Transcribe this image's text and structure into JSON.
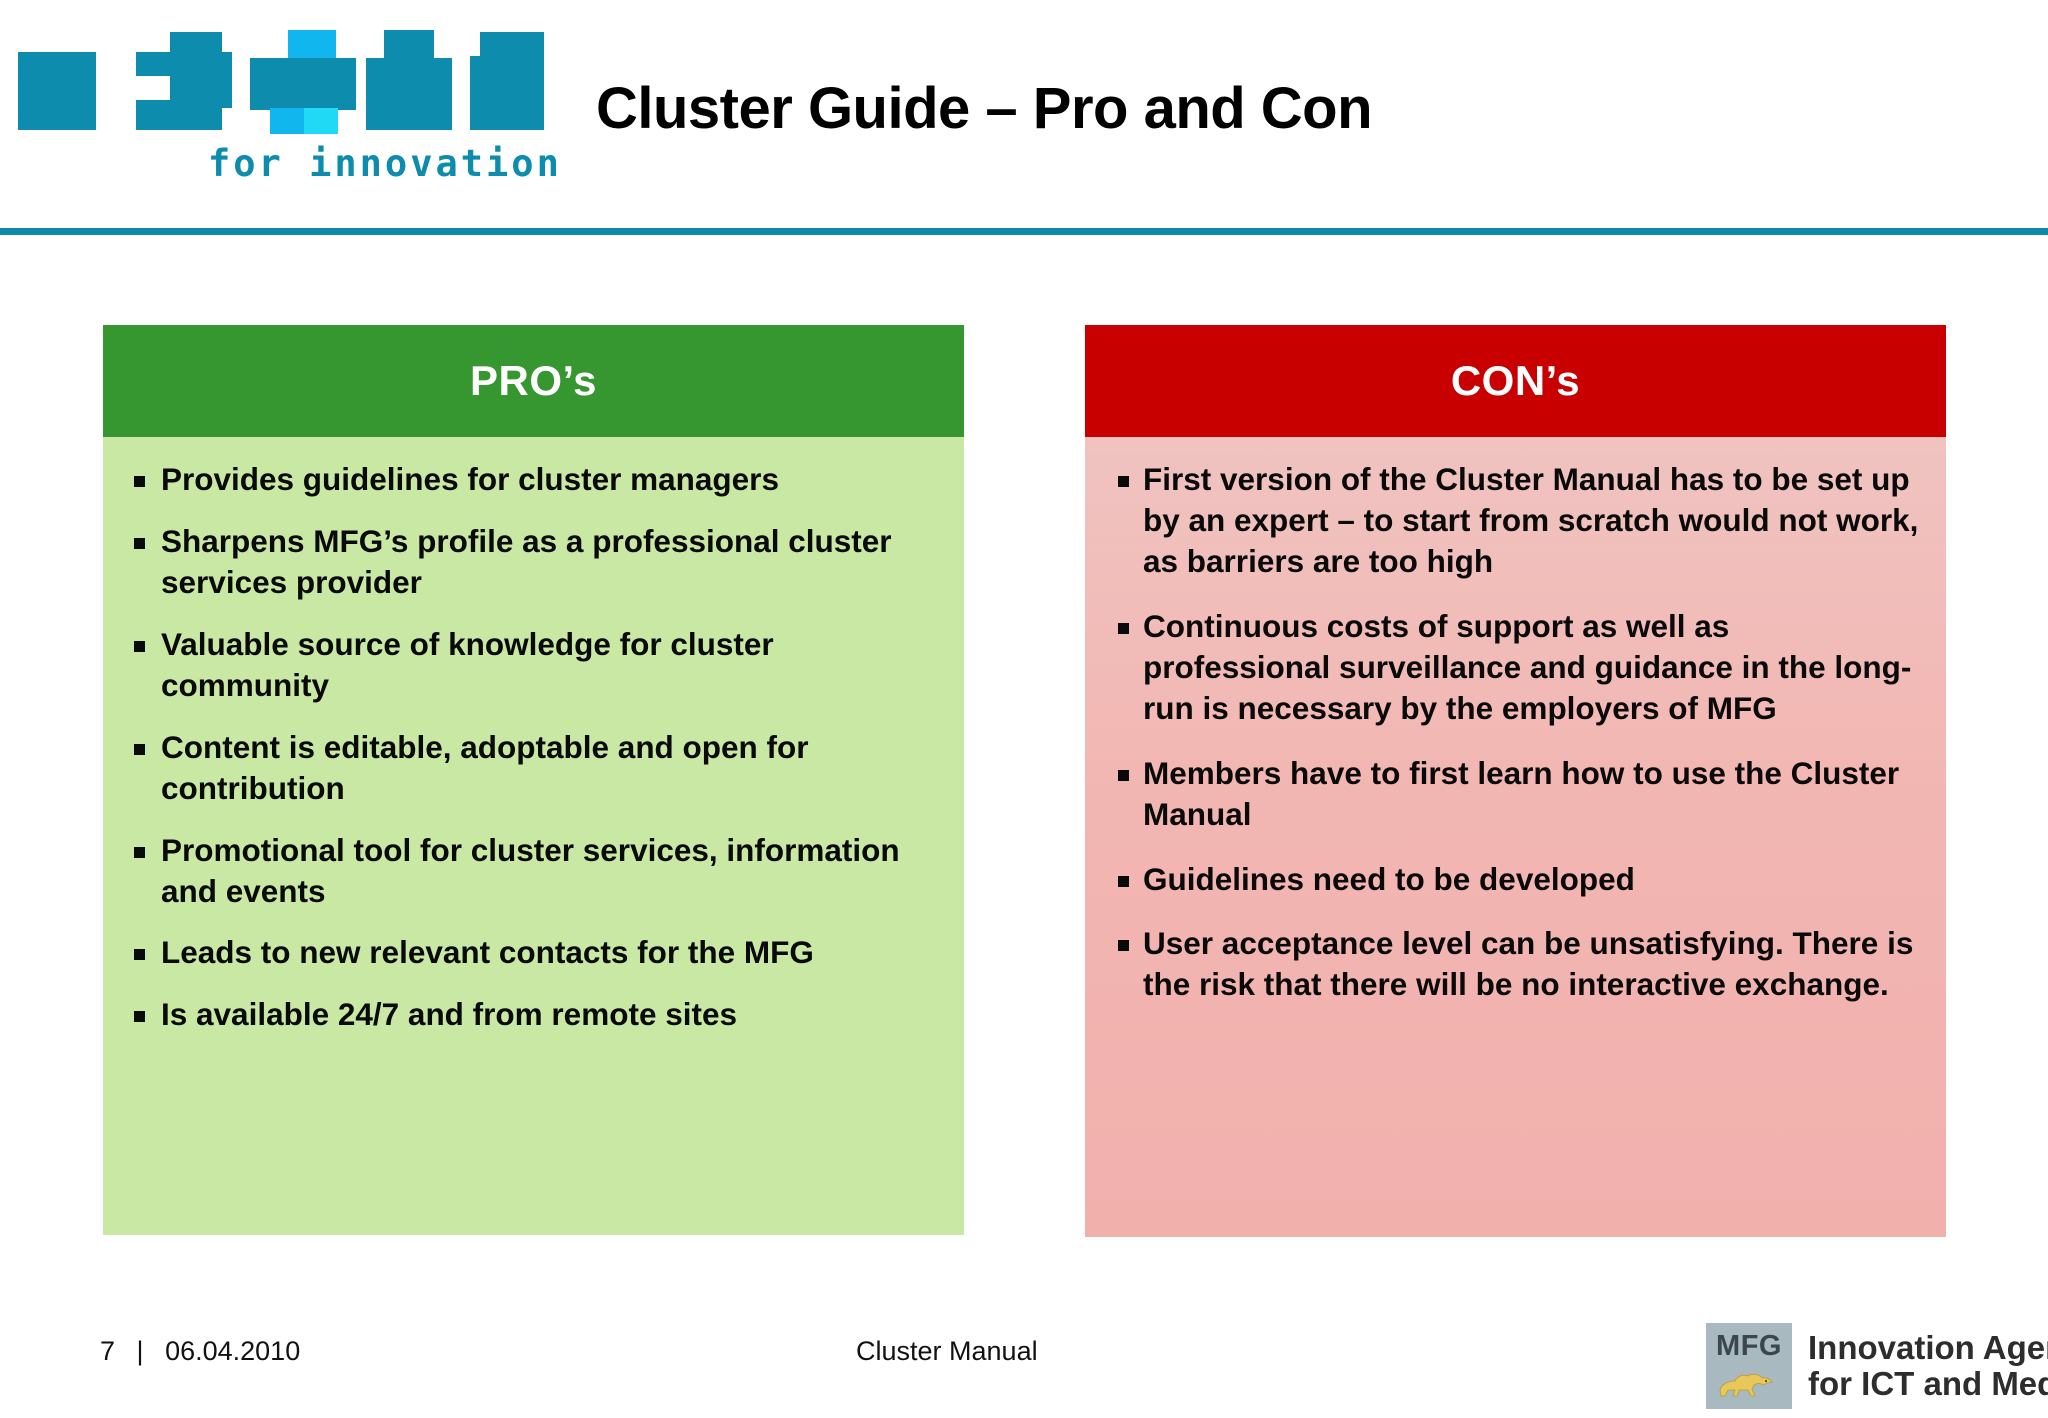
{
  "header": {
    "logo": {
      "name": "mfg-for-innovation-logo",
      "tagline": "for innovation",
      "primary_color": "#0d8cad",
      "accent_color": "#12b6ee",
      "accent_color_2": "#1fd9f5"
    },
    "title": "Cluster Guide – Pro and Con",
    "rule_color": "#1089ae"
  },
  "panels": [
    {
      "id": "pros",
      "heading": "PRO’s",
      "heading_bg": "#36962f",
      "body_bg": "#c8e8a4",
      "items": [
        "Provides guidelines for cluster managers",
        "Sharpens MFG’s profile as a professional cluster services provider",
        "Valuable source of knowledge for cluster community",
        "Content is editable, adoptable and open for contribution",
        "Promotional tool for cluster services, information and events",
        "Leads to new relevant contacts for the MFG",
        "Is available 24/7 and from remote sites"
      ]
    },
    {
      "id": "cons",
      "heading": "CON’s",
      "heading_bg": "#c80000",
      "body_bg": "#f2b6b2",
      "items": [
        "First version of the Cluster Manual has to be set up by an expert – to start from scratch would not work, as barriers are too high",
        "Continuous costs of support as well as professional surveillance and guidance in the long-run is necessary by the employers of MFG",
        "Members have to first learn how to use the Cluster Manual",
        "Guidelines need to be developed",
        "User acceptance level can be unsatisfying. There is the risk that there will be no interactive exchange."
      ]
    }
  ],
  "footer": {
    "page_number": "7",
    "separator": "|",
    "date": "06.04.2010",
    "center_label": "Cluster Manual",
    "logo": {
      "badge_text": "MFG",
      "line1": "Innovation Agency",
      "line2": "for ICT and Media",
      "badge_bg": "#a8b9bf",
      "lion_color": "#e8c85a"
    }
  }
}
